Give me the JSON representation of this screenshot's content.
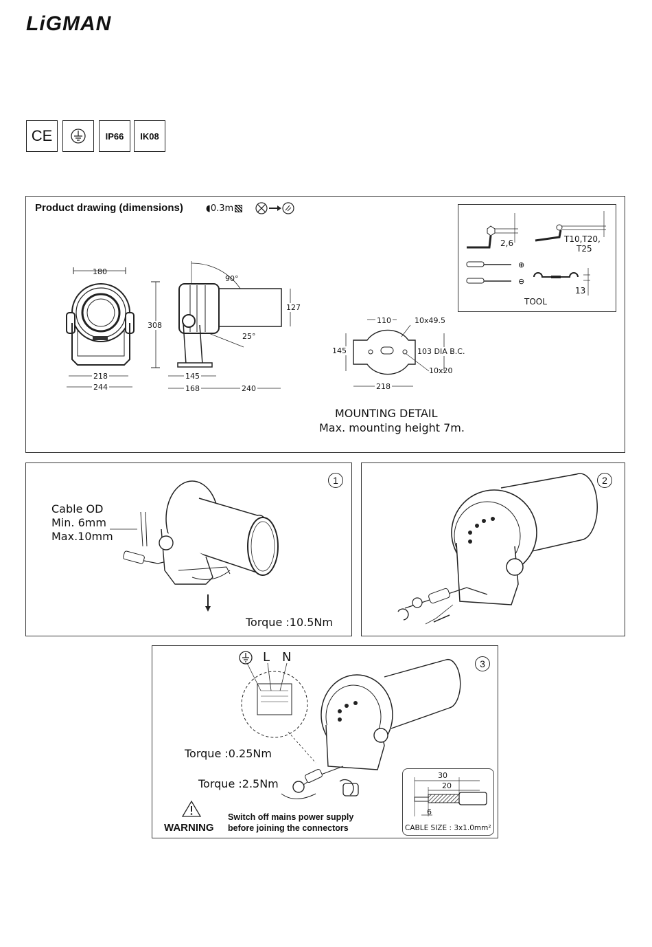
{
  "brand": {
    "logo": "LiGMAN"
  },
  "certifications": [
    "CE",
    "earth",
    "IP66",
    "IK08"
  ],
  "cert_labels": {
    "ce": "CE",
    "ip": "IP66",
    "ik": "IK08"
  },
  "drawing_panel": {
    "title": "Product drawing (dimensions)",
    "min_distance": "0.3m",
    "front_dims": {
      "width_top": "180",
      "height": "308",
      "base_inner": "218",
      "base_outer": "244"
    },
    "side_dims": {
      "tilt": "90°",
      "tilt_down": "25°",
      "tube_dia": "127",
      "base_145": "145",
      "base_168": "168",
      "length": "240"
    },
    "mounting": {
      "d110": "110",
      "slot_top": "10x49.5",
      "h145": "145",
      "bc": "103 DIA B.C.",
      "slot_bottom": "10x20",
      "w218": "218"
    },
    "mounting_caption": "MOUNTING DETAIL",
    "mounting_height": "Max. mounting height 7m.",
    "tool": {
      "hex1": "2,6",
      "torx": "T10,T20,",
      "torx2": "T25",
      "wrench": "13",
      "label": "TOOL"
    }
  },
  "step1": {
    "num": "1",
    "cable_title": "Cable OD",
    "cable_min": "Min. 6mm",
    "cable_max": "Max.10mm",
    "torque": "Torque :10.5Nm"
  },
  "step2": {
    "num": "2"
  },
  "step3": {
    "num": "3",
    "terminals": [
      "L",
      "N"
    ],
    "torque_small": "Torque :0.25Nm",
    "torque_large": "Torque :2.5Nm",
    "warning_label": "WARNING",
    "warning_line1": "Switch off mains power supply",
    "warning_line2": "before joining the connectors",
    "strip_30": "30",
    "strip_20": "20",
    "strip_6": "6",
    "cable_size": "CABLE SIZE : 3x1.0mm²"
  },
  "colors": {
    "line": "#222222",
    "background": "#ffffff"
  }
}
